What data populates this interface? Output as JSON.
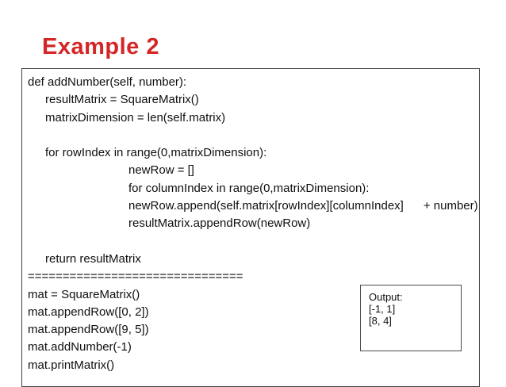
{
  "slide": {
    "title": "Example 2",
    "title_color": "#d42626",
    "background_color": "#ffffff",
    "border_color": "#3f3f3f"
  },
  "code_box": {
    "lines": [
      {
        "text": "def addNumber(self, number):",
        "indent": 0
      },
      {
        "text": "resultMatrix = SquareMatrix()",
        "indent": 1
      },
      {
        "text": "matrixDimension = len(self.matrix)",
        "indent": 1
      },
      {
        "text": "",
        "indent": 0
      },
      {
        "text": "for rowIndex in range(0,matrixDimension):",
        "indent": 1
      },
      {
        "text": "newRow = []",
        "indent": 2
      },
      {
        "text": "for columnIndex in range(0,matrixDimension):",
        "indent": 2
      },
      {
        "text": "newRow.append(self.matrix[rowIndex][columnIndex]      + number)",
        "indent": 2
      },
      {
        "text": "resultMatrix.appendRow(newRow)",
        "indent": 2
      },
      {
        "text": "",
        "indent": 0
      },
      {
        "text": "return resultMatrix",
        "indent": 1
      },
      {
        "text": "===============================",
        "indent": 0
      },
      {
        "text": "mat = SquareMatrix()",
        "indent": 0
      },
      {
        "text": "mat.appendRow([0, 2])",
        "indent": 0
      },
      {
        "text": "mat.appendRow([9, 5])",
        "indent": 0
      },
      {
        "text": "mat.addNumber(-1)",
        "indent": 0
      },
      {
        "text": "mat.printMatrix()",
        "indent": 0
      }
    ]
  },
  "output_box": {
    "label": "Output:",
    "lines": [
      "[-1, 1]",
      "[8, 4]"
    ]
  }
}
